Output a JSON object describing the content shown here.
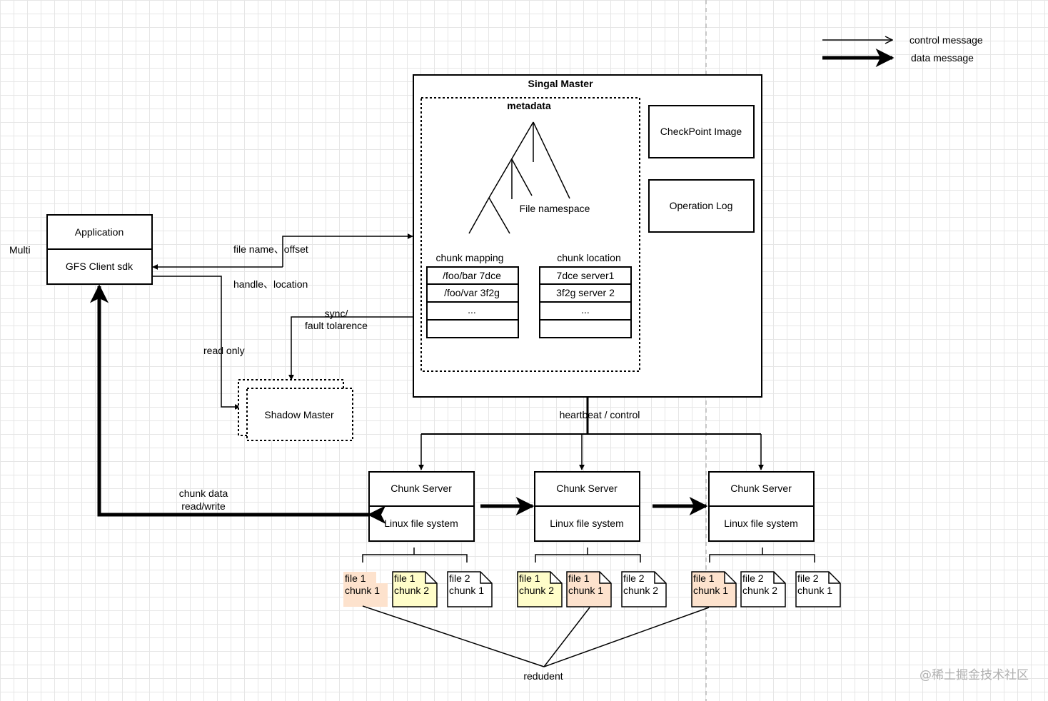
{
  "legend": {
    "control": "control message",
    "data": "data message"
  },
  "master": {
    "title": "Singal Master",
    "metadata_title": "metadata",
    "namespace_label": "File namespace",
    "checkpoint": "CheckPoint Image",
    "oplog": "Operation Log",
    "mapping_title": "chunk mapping",
    "mapping_rows": [
      "/foo/bar 7dce",
      "/foo/var 3f2g",
      "...",
      ""
    ],
    "location_title": "chunk location",
    "location_rows": [
      "7dce server1",
      "3f2g server 2",
      "...",
      ""
    ]
  },
  "client": {
    "multi": "Multi",
    "app": "Application",
    "sdk": "GFS Client sdk"
  },
  "edges": {
    "request": "file name、offset",
    "response": "handle、location",
    "sync1": "sync/",
    "sync2": "fault tolarence",
    "readonly": "read only",
    "heartbeat": "heartbeat / control",
    "chunkdata1": "chunk data",
    "chunkdata2": "read/write",
    "redundant": "redudent"
  },
  "shadow": "Shadow Master",
  "servers": [
    {
      "name": "Chunk Server",
      "fs": "Linux file system"
    },
    {
      "name": "Chunk Server",
      "fs": "Linux file system"
    },
    {
      "name": "Chunk Server",
      "fs": "Linux file system"
    }
  ],
  "files": [
    {
      "l1": "file 1",
      "l2": "chunk 1",
      "color": "#fde2cd"
    },
    {
      "l1": "file 1",
      "l2": "chunk 2",
      "color": "#fffdc9"
    },
    {
      "l1": "file 2",
      "l2": "chunk 1",
      "color": "#ffffff"
    },
    {
      "l1": "file 1",
      "l2": "chunk 2",
      "color": "#fffdc9"
    },
    {
      "l1": "file 1",
      "l2": "chunk 1",
      "color": "#fde2cd"
    },
    {
      "l1": "file 2",
      "l2": "chunk 2",
      "color": "#ffffff"
    },
    {
      "l1": "file 1",
      "l2": "chunk 1",
      "color": "#fde2cd"
    },
    {
      "l1": "file 2",
      "l2": "chunk 2",
      "color": "#ffffff"
    },
    {
      "l1": "file 2",
      "l2": "chunk 1",
      "color": "#ffffff"
    }
  ],
  "watermark": "@稀土掘金技术社区"
}
